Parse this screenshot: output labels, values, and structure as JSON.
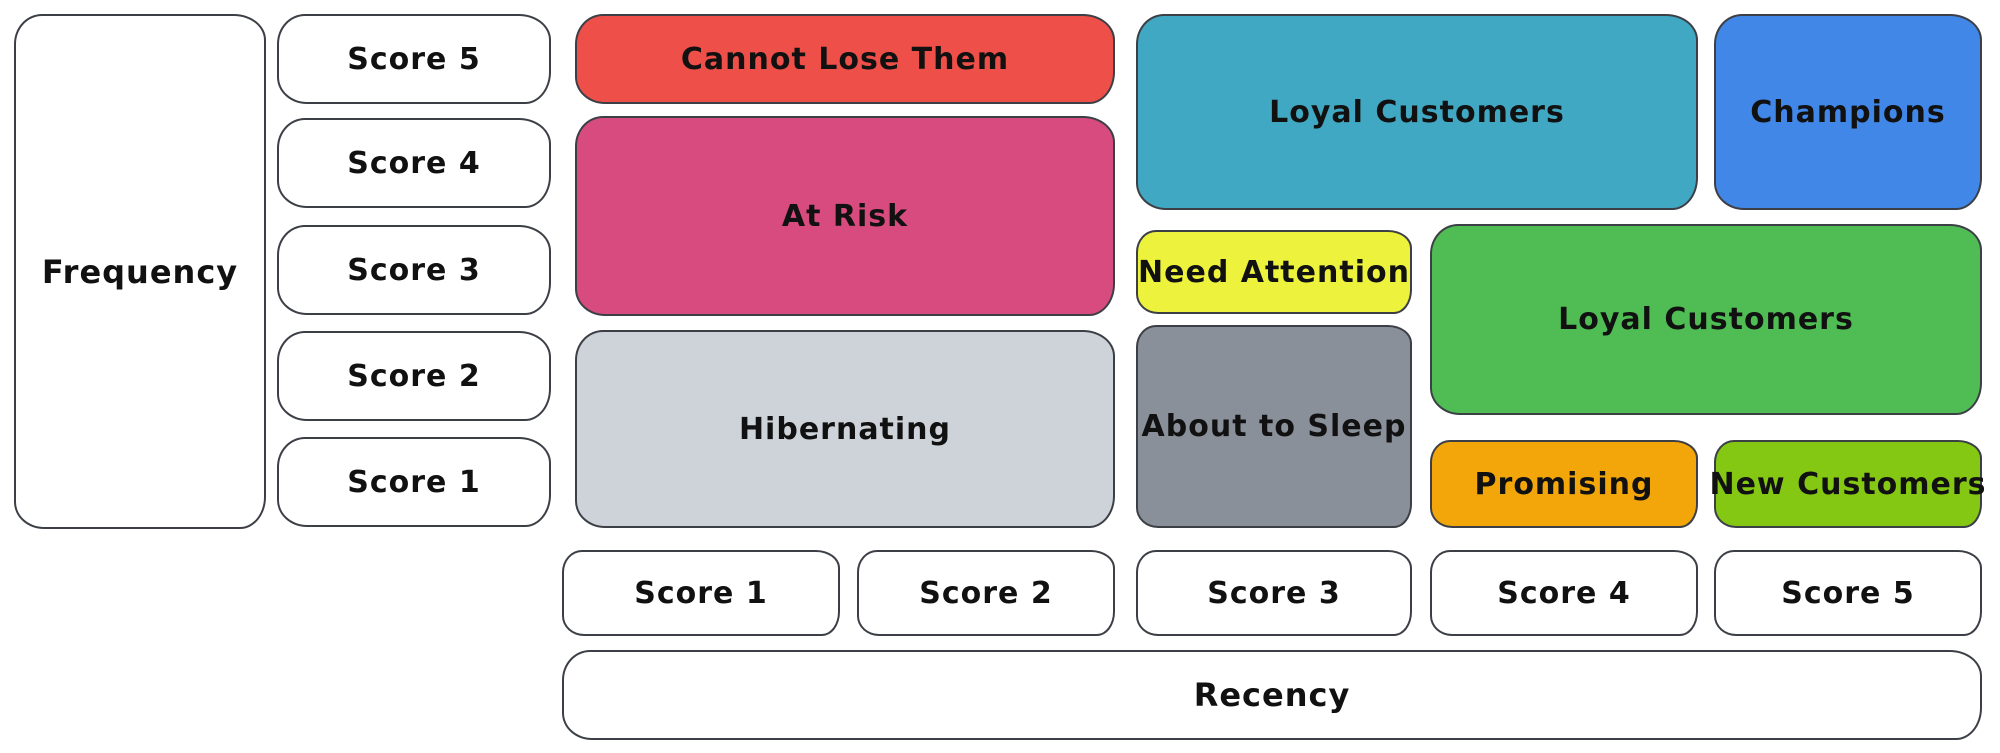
{
  "diagram": {
    "type": "rfm-segmentation-grid",
    "x_axis_label": "Recency",
    "y_axis_label": "Frequency"
  },
  "frequency_scores": [
    "Score 5",
    "Score 4",
    "Score 3",
    "Score 2",
    "Score 1"
  ],
  "recency_scores": [
    "Score 1",
    "Score 2",
    "Score 3",
    "Score 4",
    "Score 5"
  ],
  "segments": {
    "cannot_lose": {
      "label": "Cannot Lose Them",
      "color": "#ee4f48",
      "recency_range": "1-2",
      "frequency_range": "5"
    },
    "at_risk": {
      "label": "At Risk",
      "color": "#d84b7e",
      "recency_range": "1-2",
      "frequency_range": "3-4"
    },
    "hibernating": {
      "label": "Hibernating",
      "color": "#ced3da",
      "recency_range": "1-2",
      "frequency_range": "1-2"
    },
    "loyal_customers_top": {
      "label": "Loyal Customers",
      "color": "#40a8c2",
      "recency_range": "3-4",
      "frequency_range": "4-5"
    },
    "champions": {
      "label": "Champions",
      "color": "#4187e8",
      "recency_range": "5",
      "frequency_range": "4-5"
    },
    "need_attention": {
      "label": "Need Attention",
      "color": "#edf23c",
      "recency_range": "3",
      "frequency_range": "3"
    },
    "loyal_customers_mid": {
      "label": "Loyal Customers",
      "color": "#50bd54",
      "recency_range": "4-5",
      "frequency_range": "2-3"
    },
    "about_to_sleep": {
      "label": "About to Sleep",
      "color": "#8a9099",
      "recency_range": "3",
      "frequency_range": "1-2"
    },
    "promising": {
      "label": "Promising",
      "color": "#f2a60a",
      "recency_range": "4",
      "frequency_range": "1"
    },
    "new_customers": {
      "label": "New Customers",
      "color": "#85c813",
      "recency_range": "5",
      "frequency_range": "1"
    }
  }
}
